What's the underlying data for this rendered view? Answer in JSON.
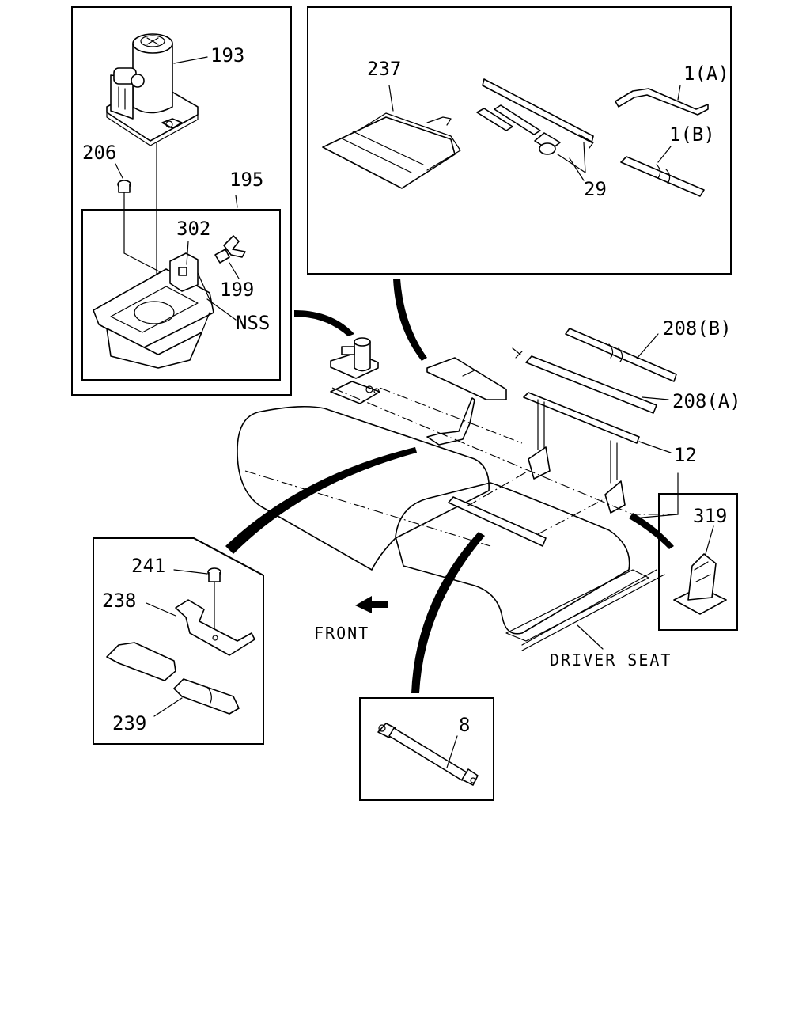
{
  "labels": {
    "p193": "193",
    "p206": "206",
    "p195": "195",
    "p302": "302",
    "p199": "199",
    "nss": "NSS",
    "p237": "237",
    "p29": "29",
    "p1a": "1(A)",
    "p1b": "1(B)",
    "p208b": "208(B)",
    "p208a": "208(A)",
    "p12": "12",
    "p319": "319",
    "p241": "241",
    "p238": "238",
    "p239": "239",
    "p8": "8",
    "front": "FRONT",
    "driver_seat": "DRIVER SEAT"
  }
}
